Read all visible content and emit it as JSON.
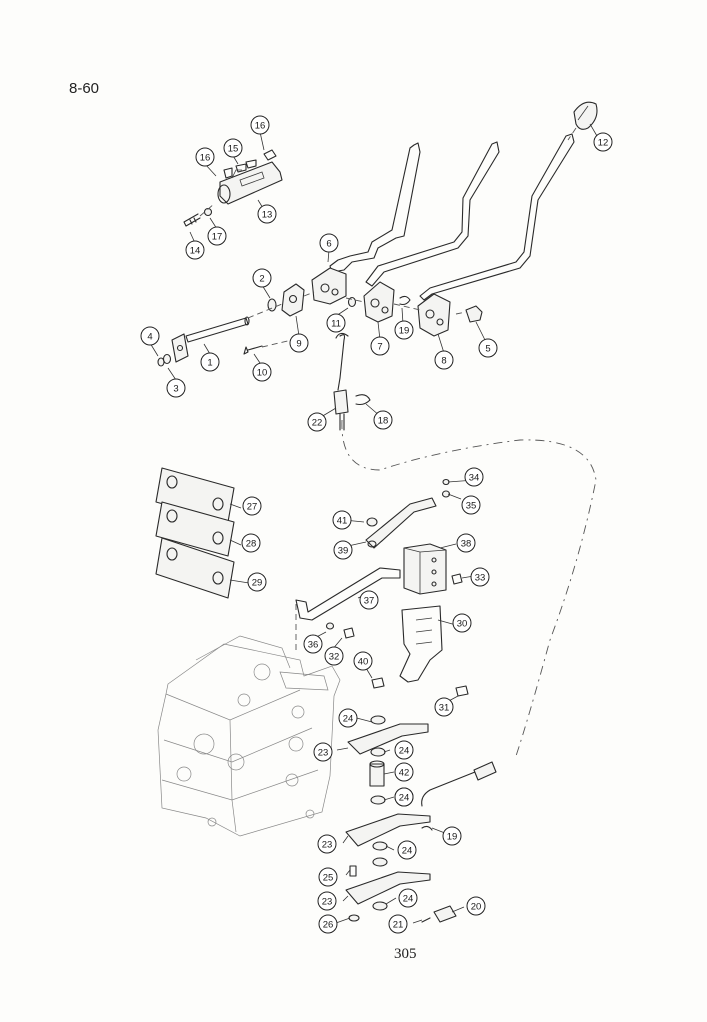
{
  "page": {
    "section_ref": "8-60",
    "page_number": "305"
  },
  "callouts": [
    "1",
    "2",
    "3",
    "4",
    "5",
    "6",
    "7",
    "8",
    "9",
    "10",
    "11",
    "12",
    "13",
    "14",
    "15",
    "16",
    "16",
    "17",
    "18",
    "19",
    "19",
    "20",
    "21",
    "22",
    "23",
    "23",
    "23",
    "24",
    "24",
    "24",
    "24",
    "24",
    "24",
    "25",
    "26",
    "27",
    "28",
    "29",
    "30",
    "31",
    "32",
    "33",
    "34",
    "35",
    "36",
    "37",
    "38",
    "39",
    "40",
    "41",
    "42"
  ]
}
